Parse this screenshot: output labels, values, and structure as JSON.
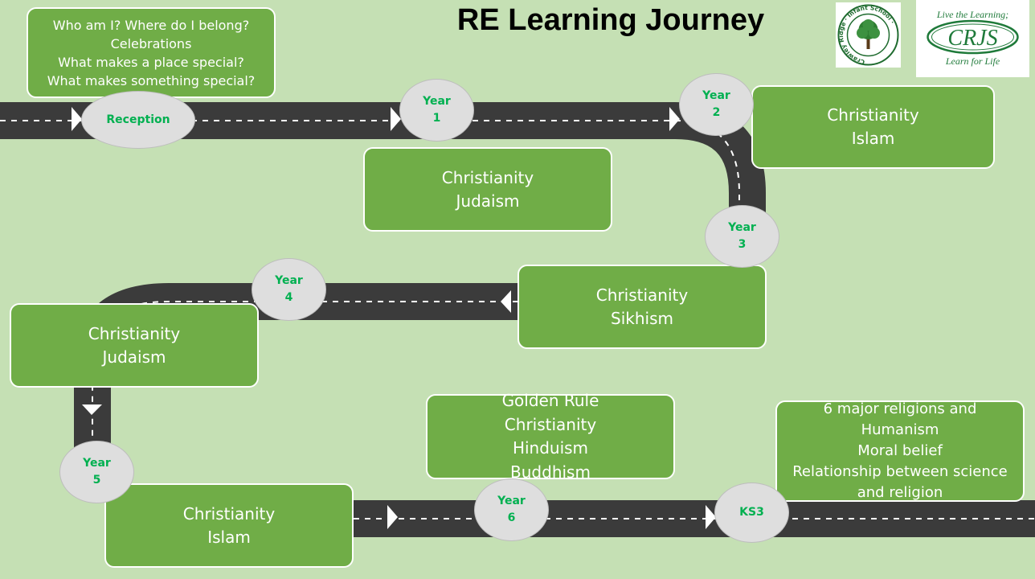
{
  "title": "RE Learning Journey",
  "colors": {
    "background": "#c5e0b4",
    "road": "#3b3b3b",
    "box": "#70ad47",
    "marker_text": "#00b050",
    "marker_fill": "#dedede"
  },
  "markers": [
    {
      "id": "reception",
      "lines": [
        "Reception"
      ]
    },
    {
      "id": "year1",
      "lines": [
        "Year",
        "1"
      ]
    },
    {
      "id": "year2",
      "lines": [
        "Year",
        "2"
      ]
    },
    {
      "id": "year3",
      "lines": [
        "Year",
        "3"
      ]
    },
    {
      "id": "year4",
      "lines": [
        "Year",
        "4"
      ]
    },
    {
      "id": "year5",
      "lines": [
        "Year",
        "5"
      ]
    },
    {
      "id": "year6",
      "lines": [
        "Year",
        "6"
      ]
    },
    {
      "id": "ks3",
      "lines": [
        "KS3"
      ]
    }
  ],
  "topics": {
    "reception": [
      "Who am I? Where do I belong?",
      "Celebrations",
      "What makes a place special?",
      "What makes something special?"
    ],
    "year1": [
      "Christianity",
      "Judaism"
    ],
    "year2": [
      "Christianity",
      "Islam"
    ],
    "year3": [
      "Christianity",
      "Sikhism"
    ],
    "year4": [
      "Christianity",
      "Judaism"
    ],
    "year5": [
      "Christianity",
      "Islam"
    ],
    "year6": [
      "Golden Rule",
      "Christianity",
      "Hinduism",
      "Buddhism"
    ],
    "ks3": [
      "6 major religions and",
      "Humanism",
      "Moral belief",
      "Relationship between science",
      "and religion"
    ]
  },
  "logos": {
    "school1": {
      "ring_text": "Crawley Ridge Infant School",
      "icon": "tree-icon"
    },
    "school2": {
      "top": "Live the Learning;",
      "center": "CRJS",
      "bottom": "Learn for Life"
    }
  }
}
